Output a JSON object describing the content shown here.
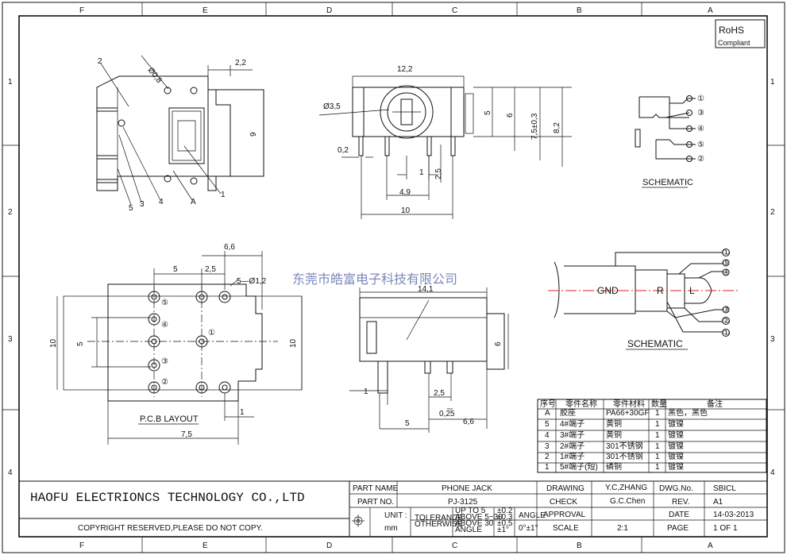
{
  "border": {
    "columns": [
      "F",
      "E",
      "D",
      "C",
      "B",
      "A"
    ],
    "rows": [
      "1",
      "2",
      "3",
      "4"
    ]
  },
  "rohs": {
    "title": "RoHS",
    "subtitle": "Compliant"
  },
  "side_view": {
    "dims": {
      "d08": "Ø0,8",
      "w22": "2,2",
      "h9": "9"
    },
    "pins": [
      "2",
      "5",
      "3",
      "4",
      "A",
      "1"
    ]
  },
  "front_view": {
    "dims": {
      "w122": "12,2",
      "d35": "Ø3,5",
      "h5": "5",
      "h6": "6",
      "h75": "7,5±0,3",
      "h82": "8,2",
      "t02": "0,2",
      "p1": "1",
      "p25": "2,5",
      "w49": "4,9",
      "w10": "10"
    }
  },
  "schematic1": {
    "label": "SCHEMATIC",
    "nodes": [
      "①",
      "③",
      "④",
      "⑤",
      "②"
    ]
  },
  "pcb": {
    "label": "P.C.B LAYOUT",
    "dims": {
      "w66": "6,6",
      "w5": "5",
      "w25": "2,5",
      "hole": "5—Ø1,2",
      "h10l": "10",
      "h5": "5",
      "h10r": "10",
      "w1": "1",
      "w75": "7,5"
    },
    "pad_labels": [
      "⑤",
      "④",
      "①",
      "③",
      "②"
    ]
  },
  "watermark": "东莞市皓富电子科技有限公司",
  "top_view": {
    "dims": {
      "w141": "14,1",
      "h6": "6",
      "w1": "1",
      "w25": "2,5",
      "w025": "0,25",
      "w5": "5",
      "w66": "6,6"
    }
  },
  "schematic2": {
    "label": "SCHEMATIC",
    "plug": {
      "gnd": "GND",
      "r": "R",
      "l": "L"
    },
    "nodes": [
      "①",
      "⑤",
      "④",
      "③",
      "②",
      "①"
    ]
  },
  "bom": {
    "headers": [
      "序号",
      "零件名称",
      "零件材料",
      "数量",
      "备注"
    ],
    "rows": [
      [
        "A",
        "胶座",
        "PA66+30GF",
        "1",
        "黑色，黑色"
      ],
      [
        "5",
        "4#端子",
        "黄铜",
        "1",
        "镀镍"
      ],
      [
        "4",
        "3#端子",
        "黄铜",
        "1",
        "镀镍"
      ],
      [
        "3",
        "2#端子",
        "301不锈钢",
        "1",
        "镀镍"
      ],
      [
        "2",
        "1#端子",
        "301不锈钢",
        "1",
        "镀镍"
      ],
      [
        "1",
        "5#端子(短)",
        "磷铜",
        "1",
        "镀镍"
      ]
    ]
  },
  "title_block": {
    "company": "HAOFU ELECTRIONCS TECHNOLOGY CO.,LTD",
    "copyright": "COPYRIGHT RESERVED,PLEASE DO NOT COPY.",
    "part_name_label": "PART NAME",
    "part_name": "PHONE JACK",
    "part_no_label": "PART NO.",
    "part_no": "PJ-3125",
    "unit_label": "UNIT :",
    "unit": "mm",
    "tolerance": "TOLERANCE",
    "otherwise": "OTHERWISE",
    "tol_rows": [
      "UP TO 5",
      "ABOVE 5~30",
      "ABOVE 30"
    ],
    "tol_vals": [
      "±0.2",
      "±0.3",
      "±0.5"
    ],
    "angle_label": "ANGLE",
    "angle_val": "±1°",
    "angle2": "ANGLE",
    "angle2_val": "0°±1°",
    "drawing_label": "DRAWING",
    "drawing": "Y.C,ZHANG",
    "check_label": "CHECK",
    "check": "G.C.Chen",
    "approval_label": "APPROVAL",
    "scale_label": "SCALE",
    "scale": "2:1",
    "dwg_label": "DWG.No.",
    "dwg": "SBICL",
    "rev_label": "REV.",
    "rev": "A1",
    "date_label": "DATE",
    "date": "14-03-2013",
    "page_label": "PAGE",
    "page": "1 OF 1"
  }
}
